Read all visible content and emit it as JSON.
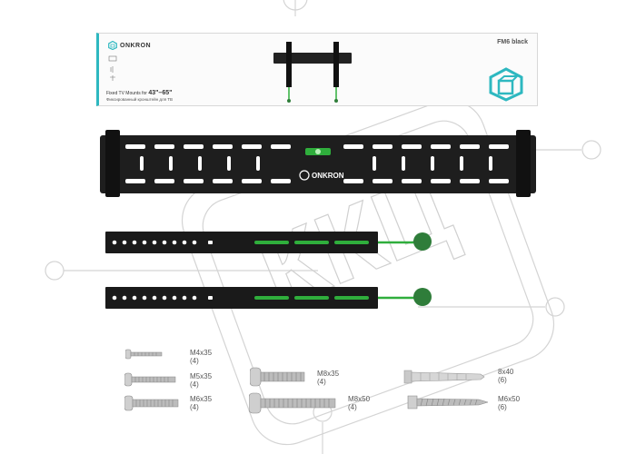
{
  "package": {
    "brand": "ONKRON",
    "model": "FM6 black",
    "size_prefix": "Fixed TV Mounts for",
    "size_range": "43\"–65\"",
    "size_sub": "Фиксированный кронштейн для ТВ"
  },
  "plate": {
    "brand": "ONKRON"
  },
  "hardware": [
    {
      "id": "m4x35",
      "size": "M4x35",
      "qty": "(4)"
    },
    {
      "id": "m5x35",
      "size": "M5x35",
      "qty": "(4)"
    },
    {
      "id": "m6x35",
      "size": "M6x35",
      "qty": "(4)"
    },
    {
      "id": "m8x35",
      "size": "M8x35",
      "qty": "(4)"
    },
    {
      "id": "m8x50",
      "size": "M8x50",
      "qty": "(4)"
    },
    {
      "id": "anchor8x40",
      "size": "8x40",
      "qty": "(6)"
    },
    {
      "id": "m6x50",
      "size": "M6x50",
      "qty": "(6)"
    }
  ],
  "colors": {
    "accent": "#2eb8c0",
    "metal": "#1e1e1e",
    "level": "#2fae3c",
    "marker": "#2f7d3a"
  }
}
